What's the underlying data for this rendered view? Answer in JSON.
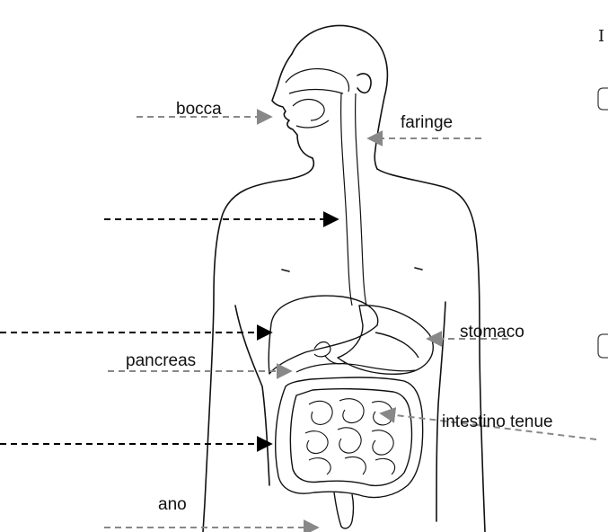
{
  "diagram": {
    "labels": {
      "bocca": "bocca",
      "faringe": "faringe",
      "stomaco": "stomaco",
      "pancreas": "pancreas",
      "intestino_tenue": "intestino tenue",
      "ano": "ano"
    },
    "corner_text": "I",
    "colors": {
      "outline": "#111111",
      "label_arrow": "#888888",
      "blank_arrow": "#000000"
    }
  }
}
